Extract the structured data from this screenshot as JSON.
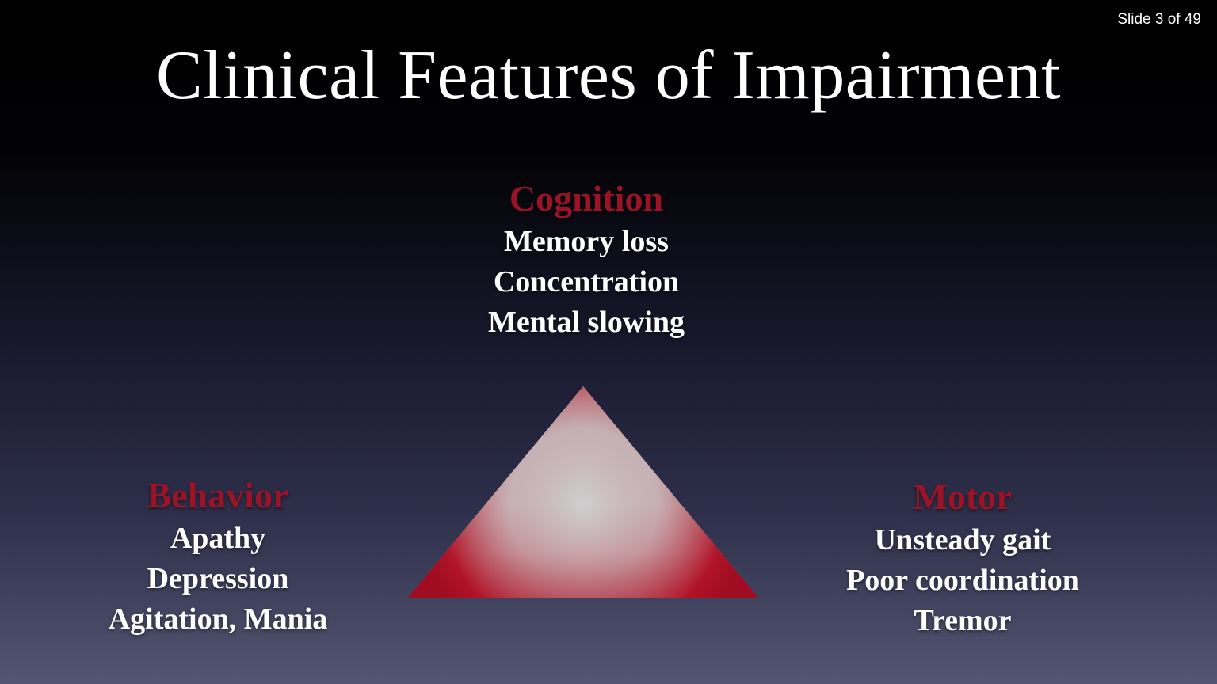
{
  "slide": {
    "counter": "Slide 3 of 49",
    "title": "Clinical Features of Impairment"
  },
  "colors": {
    "accent": "#9b1326",
    "triangle_edge": "#b01025",
    "triangle_center": "#c9c9c9"
  },
  "groups": {
    "cognition": {
      "heading": "Cognition",
      "items": [
        "Memory loss",
        "Concentration",
        "Mental slowing"
      ]
    },
    "behavior": {
      "heading": "Behavior",
      "items": [
        "Apathy",
        "Depression",
        "Agitation, Mania"
      ]
    },
    "motor": {
      "heading": "Motor",
      "items": [
        "Unsteady gait",
        "Poor coordination",
        "Tremor"
      ]
    }
  }
}
